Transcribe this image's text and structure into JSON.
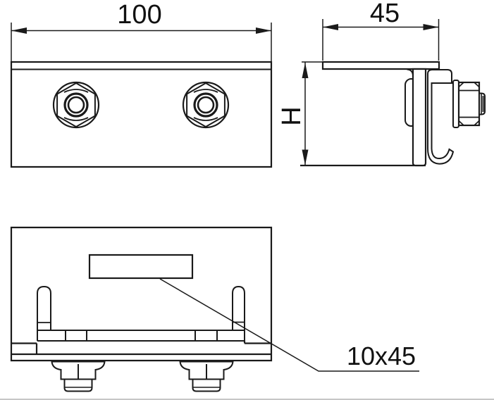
{
  "drawing": {
    "background": "#ffffff",
    "line_color": "#1a1a1a",
    "text_color": "#111111"
  },
  "dimensions": {
    "front_width": "100",
    "top_depth": "45",
    "side_height": "H",
    "slot_size": "10x45"
  }
}
